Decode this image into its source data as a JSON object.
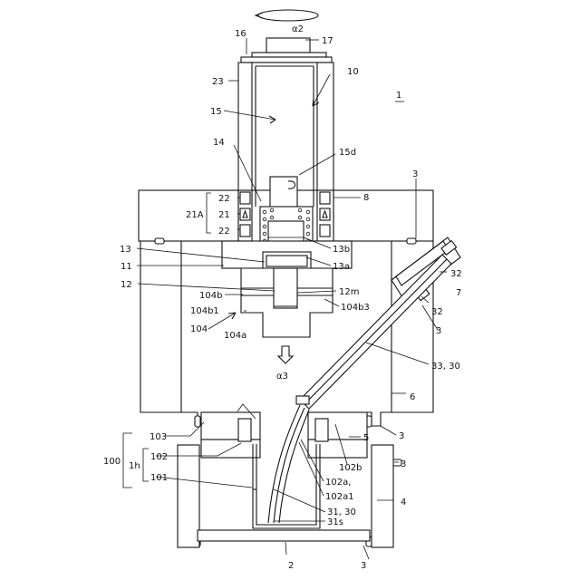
{
  "figure_number": "1",
  "rotation_label": "α2",
  "direction_label": "α3",
  "labels": {
    "l17": "17",
    "l16": "16",
    "l10": "10",
    "l23": "23",
    "l15": "15",
    "l14": "14",
    "l15d": "15d",
    "l8": "8",
    "l3a": "3",
    "l22a": "22",
    "l21": "21",
    "l21A": "21A",
    "l22b": "22",
    "l13": "13",
    "l13b": "13b",
    "l13a": "13a",
    "l11": "11",
    "l32a": "32",
    "l12": "12",
    "l12m": "12m",
    "l7": "7",
    "l104b": "104b",
    "l104b1": "104b1",
    "l104b3": "104b3",
    "l32b": "32",
    "l104": "104",
    "l104a": "104a",
    "l3b": "3",
    "l3330": "33, 30",
    "l6": "6",
    "l103": "103",
    "l3c": "3",
    "l5": "5",
    "l102": "102",
    "l100": "100",
    "l1h": "1h",
    "l3d": "3",
    "l102b": "102b",
    "l101": "101",
    "l102a": "102a,",
    "l102a1": "102a1",
    "l4": "4",
    "l3130": "31, 30",
    "l31s": "31s",
    "l2": "2",
    "l3e": "3"
  }
}
